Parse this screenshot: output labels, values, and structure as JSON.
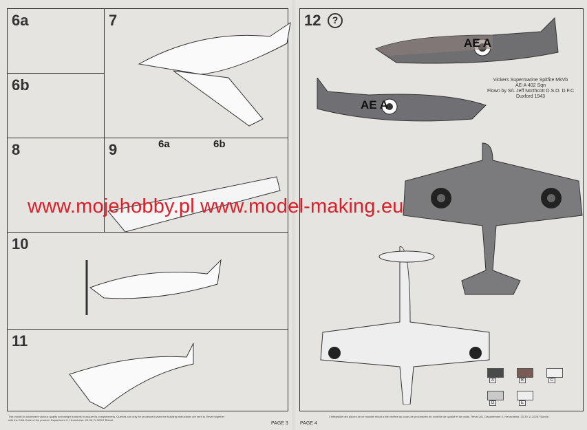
{
  "left_page": {
    "steps": [
      "6a",
      "7",
      "6b",
      "8",
      "9",
      "10",
      "11"
    ],
    "sub_labels": [
      "6a",
      "6b"
    ],
    "footer": "This model kit underwent various quality and weight controls to assure its completeness. Queries can only be processed when the building instructions are sent to Revell together with the EAN-Code of the product. Department X, Henschelstr. 20-30, D-32257 Bünde.",
    "page_label": "PAGE 3"
  },
  "right_page": {
    "step": "12",
    "caption": [
      "Vickers Supermarine Spitfire MkVb",
      "AE-A   402 Sqn",
      "Flown by S/L Jeff Northcott D.S.O. D.F.C",
      "Duxford 1943"
    ],
    "codes": "AE  A",
    "footer": "L'intégralité des pièces de ce modèle réduit a été vérifiée au cours de procédures de contrôle de qualité et de poids. Revell AG, Département X, Henschelstr. 20-30, D-32257 Bünde.",
    "page_label": "PAGE 4",
    "swatches": [
      {
        "color": "#4a4a4a",
        "label": "A"
      },
      {
        "color": "#7a5a55",
        "label": "B"
      },
      {
        "color": "#f0f0f0",
        "label": "C"
      },
      {
        "color": "#c9c9c9",
        "label": "D"
      },
      {
        "color": "#eeeeee",
        "label": "E"
      }
    ]
  },
  "watermark": "www.mojehobby.pl www.model-making.eu"
}
